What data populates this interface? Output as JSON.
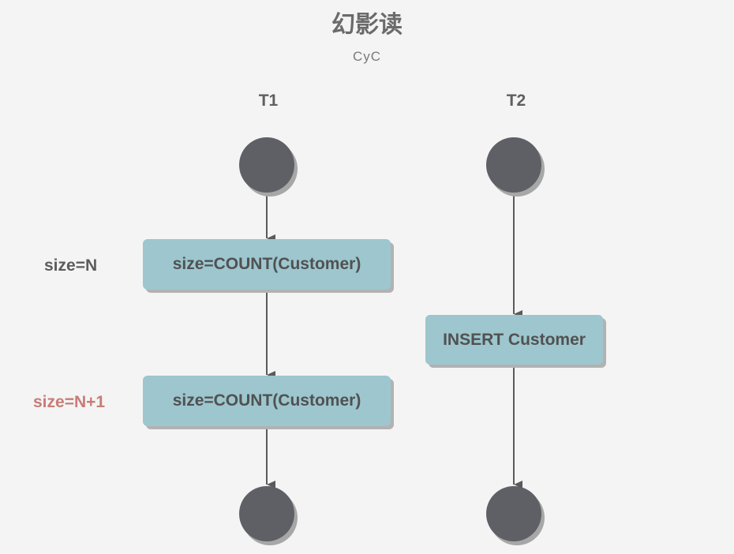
{
  "diagram": {
    "title": "幻影读",
    "subtitle": "CyC",
    "lanes": [
      {
        "id": "t1",
        "label": "T1"
      },
      {
        "id": "t2",
        "label": "T2"
      }
    ],
    "t1_steps": [
      {
        "label": "size=COUNT(Customer)",
        "annotation": "size=N"
      },
      {
        "label": "size=COUNT(Customer)",
        "annotation": "size=N+1"
      }
    ],
    "t2_steps": [
      {
        "label": "INSERT Customer"
      }
    ],
    "colors": {
      "node": "#5f6066",
      "box": "#9dc6ce",
      "annotation_normal": "#5c5c5c",
      "annotation_highlight": "#c87c77",
      "arrow": "#5a5a5a"
    }
  }
}
